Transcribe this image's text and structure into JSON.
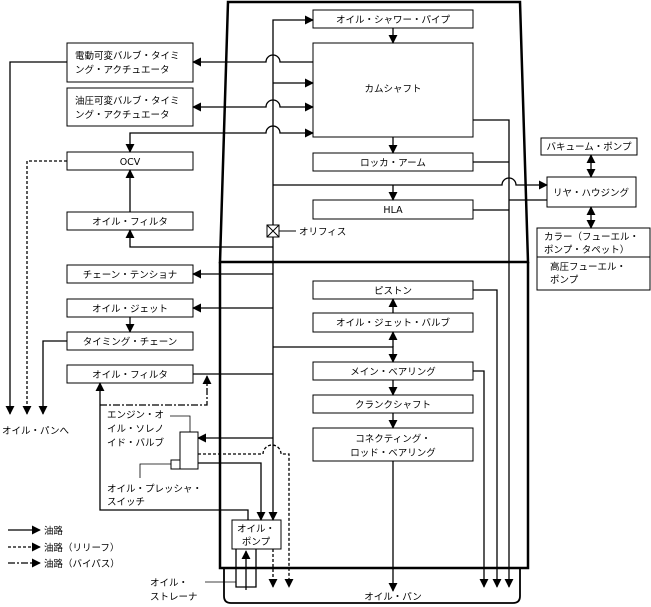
{
  "head": {
    "oil_shower_pipe": "オイル・シャワー・パイプ",
    "camshaft": "カムシャフト",
    "rocker_arm": "ロッカ・アーム",
    "hla": "HLA",
    "orifice": "オリフィス"
  },
  "block": {
    "piston": "ピストン",
    "oil_jet_valve": "オイル・ジェット・バルブ",
    "main_bearing": "メイン・ベアリング",
    "crankshaft": "クランクシャフト",
    "conrod_bearing": [
      "コネクティング・",
      "ロッド・ベアリング"
    ],
    "oil_pump": [
      "オイル・",
      "ポンプ"
    ],
    "oil_pan": "オイル・パン"
  },
  "left": {
    "electric_vvt": [
      "電動可変バルブ・タイミ",
      "ング・アクチュエータ"
    ],
    "hydraulic_vvt": [
      "油圧可変バルブ・タイミ",
      "ング・アクチュエータ"
    ],
    "ocv": "OCV",
    "oil_filter_upper": "オイル・フィルタ",
    "chain_tensioner": "チェーン・テンショナ",
    "oil_jet": "オイル・ジェット",
    "timing_chain": "タイミング・チェーン",
    "oil_filter_lower": "オイル・フィルタ",
    "to_oil_pan": "オイル・パンへ",
    "solenoid_valve": [
      "エンジン・オ",
      "イル・ソレノ",
      "イド・バルブ"
    ],
    "pressure_switch": [
      "オイル・プレッシャ・",
      "スイッチ"
    ],
    "strainer": [
      "オイル・",
      "ストレーナ"
    ]
  },
  "right": {
    "vacuum_pump": "バキューム・ポンプ",
    "rear_housing": "リヤ・ハウジング",
    "collar": [
      "カラー（フューエル・",
      "ポンプ・タペット）"
    ],
    "hp_fuel_pump": [
      "高圧フューエル・",
      "ポンプ"
    ]
  },
  "legend": {
    "oil_path": "油路",
    "oil_path_relief": "油路（リリーフ）",
    "oil_path_bypass": "油路（バイパス）"
  }
}
